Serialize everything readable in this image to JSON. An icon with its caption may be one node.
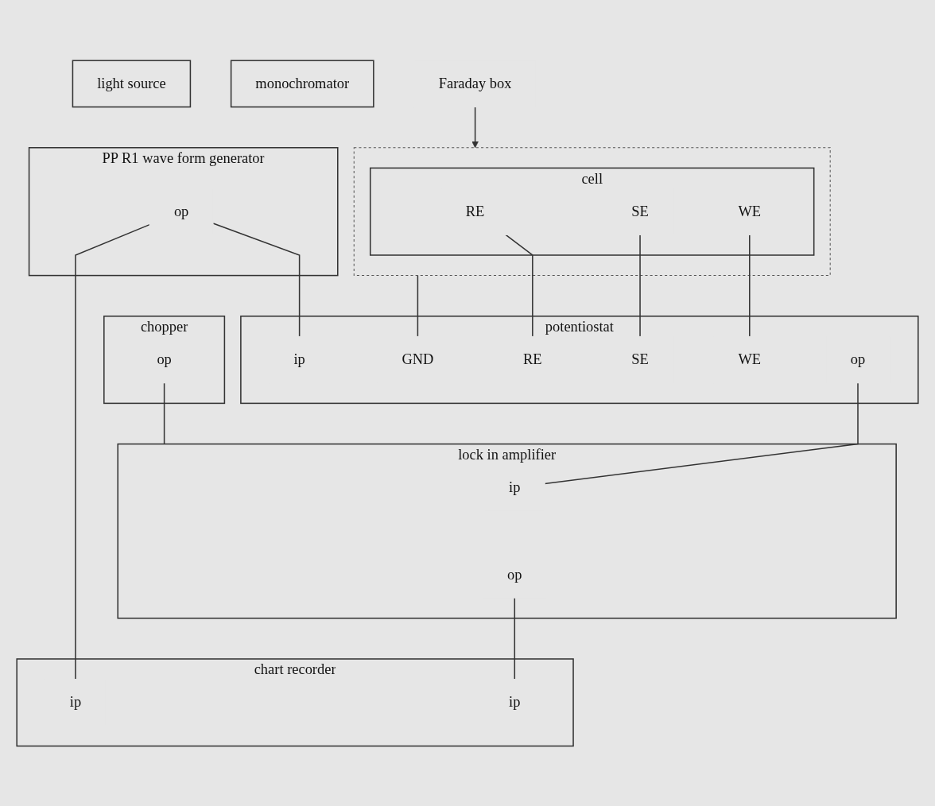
{
  "diagram": {
    "nodes": [
      {
        "text": [
          "light source"
        ]
      },
      {
        "text": [
          "monochromator"
        ]
      },
      {
        "text": [
          "chopper"
        ]
      },
      {
        "text": [
          "op"
        ],
        "in": 2
      },
      {
        "text": [],
        "shape": "box"
      },
      {
        "text": [
          "cell"
        ],
        "in": 4
      },
      {
        "text": [
          "RE"
        ],
        "in": 5
      },
      {
        "text": [
          "SE"
        ],
        "in": 5
      },
      {
        "text": [
          "WE"
        ],
        "in": 5
      },
      {
        "text": [
          "Faraday box"
        ]
      },
      {
        "text": [
          "PP R1 wave form generator"
        ]
      },
      {
        "text": [
          "op"
        ],
        "in": 10
      },
      {
        "text": [
          "potentiostat"
        ]
      },
      {
        "text": [
          "RE"
        ],
        "in": 12
      },
      {
        "text": [
          "SE"
        ],
        "in": 12
      },
      {
        "text": [
          "WE"
        ],
        "in": 12
      },
      {
        "text": [
          "GND"
        ],
        "in": 12
      },
      {
        "text": [
          "ip"
        ],
        "in": 12
      },
      {
        "text": [
          "op"
        ],
        "in": 12
      },
      {
        "text": [
          "lock in amplifier"
        ]
      },
      {
        "text": [
          "ip"
        ],
        "in": 19
      },
      {
        "text": [
          "op"
        ],
        "in": 19
      },
      {
        "text": [
          "chart recorder"
        ]
      },
      {
        "text": [
          "ip"
        ],
        "in": 22
      },
      {
        "text": [
          "ip"
        ],
        "in": 22
      }
    ],
    "edges": [
      {
        "from": 3,
        "to": 19,
        "arrow": "none"
      },
      {
        "from": 9,
        "to": 4,
        "arrow": "to"
      },
      {
        "from": 6,
        "to": 13,
        "arrow": "none"
      },
      {
        "from": 7,
        "to": 14,
        "arrow": "none"
      },
      {
        "from": 8,
        "to": 15,
        "arrow": "none"
      },
      {
        "from": 4,
        "to": 16,
        "arrow": "none"
      },
      {
        "from": 11,
        "to": 17,
        "arrow": "none"
      },
      {
        "from": 11,
        "to": 23,
        "arrow": "none"
      },
      {
        "from": 18,
        "to": 20,
        "arrow": "none"
      },
      {
        "from": 21,
        "to": 24,
        "arrow": "none"
      }
    ]
  }
}
